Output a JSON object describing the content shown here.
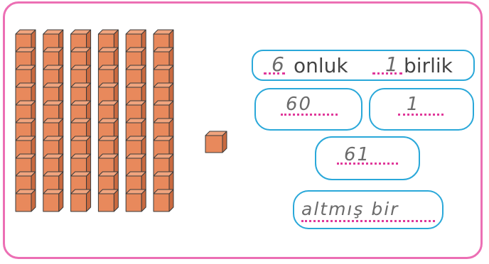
{
  "tens_rods": 6,
  "rod_units": 10,
  "single_units": 1,
  "colors": {
    "frame": "#ec6fb4",
    "pill": "#2aa8d9",
    "cube": "#e8895c",
    "dots": "#e0389a"
  },
  "place_value": {
    "tens_answer": "6",
    "tens_label": "onluk",
    "ones_answer": "1",
    "ones_label": "birlik"
  },
  "expanded": {
    "tens_value": "60",
    "ones_value": "1"
  },
  "number": "61",
  "words": "altmış bir"
}
